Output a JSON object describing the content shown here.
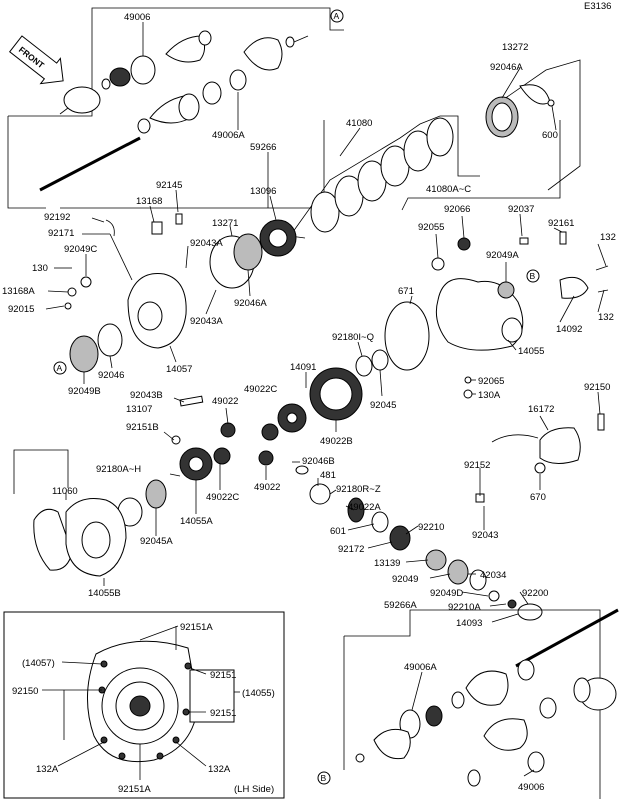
{
  "code": "E3136",
  "front_label": "FRONT",
  "markers": {
    "a": "A",
    "b": "B"
  },
  "detail_note": "(LH Side)",
  "labels": {
    "l49006": "49006",
    "l13272": "13272",
    "l92046A_a": "92046A",
    "l600": "600",
    "l49006A_a": "49006A",
    "l41080": "41080",
    "l59266": "59266",
    "l41080AC": "41080A~C",
    "l92145": "92145",
    "l13096": "13096",
    "l13168": "13168",
    "l92192": "92192",
    "l92171": "92171",
    "l13271": "13271",
    "l92043A_a": "92043A",
    "l92049C": "92049C",
    "l130": "130",
    "l13168A": "13168A",
    "l92015": "92015",
    "l92046A_b": "92046A",
    "l92043A_b": "92043A",
    "l92046": "92046",
    "l92049B": "92049B",
    "l14057": "14057",
    "l92055": "92055",
    "l92066": "92066",
    "l92037": "92037",
    "l92161": "92161",
    "l132_a": "132",
    "l92049A": "92049A",
    "l671": "671",
    "l132_b": "132",
    "l14092": "14092",
    "l14055": "14055",
    "l92180IQ": "92180I~Q",
    "l14091": "14091",
    "l49022C_a": "49022C",
    "l92045": "92045",
    "l92065": "92065",
    "l130A": "130A",
    "l92043B": "92043B",
    "l13107": "13107",
    "l49022_a": "49022",
    "l49022B": "49022B",
    "l92150_a": "92150",
    "l16172": "16172",
    "l92151B": "92151B",
    "l92046B": "92046B",
    "l481": "481",
    "l92180AH": "92180A~H",
    "l49022_b": "49022",
    "l49022C_b": "49022C",
    "l670": "670",
    "l92180RZ": "92180R~Z",
    "l11060": "11060",
    "l92152": "92152",
    "l49022A": "49022A",
    "l14055A": "14055A",
    "l92045A": "92045A",
    "l601": "601",
    "l92210_a": "92210",
    "l92043": "92043",
    "l92172": "92172",
    "l14055B": "14055B",
    "l13139": "13139",
    "l42034": "42034",
    "l92049": "92049",
    "l92049D": "92049D",
    "l92200": "92200",
    "l59266A": "59266A",
    "l92210A": "92210A",
    "l14093": "14093",
    "l92151A_a": "92151A",
    "l14057p": "(14057)",
    "l92151_a": "92151",
    "l92150_b": "92150",
    "l14055p": "(14055)",
    "l92151_b": "92151",
    "l49006A_b": "49006A",
    "l132A_a": "132A",
    "l132A_b": "132A",
    "l92151A_b": "92151A",
    "l49006_b": "49006"
  }
}
